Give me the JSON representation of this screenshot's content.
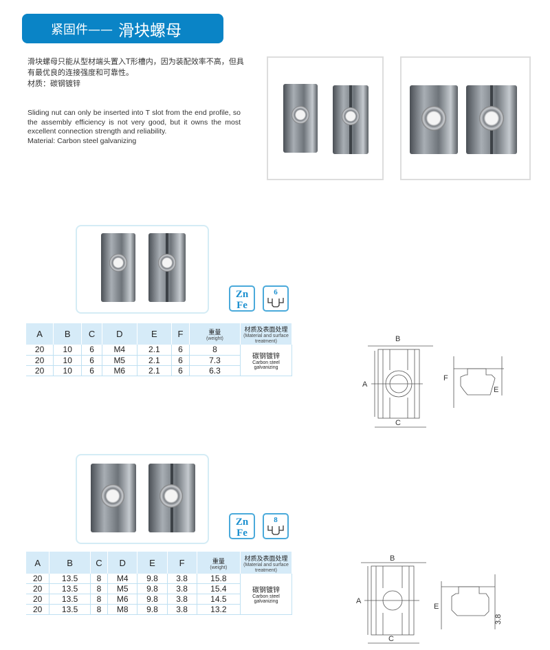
{
  "header": {
    "category": "紧固件——",
    "title": "滑块螺母"
  },
  "intro": {
    "cn_desc": "滑块螺母只能从型材端头置入T形槽内，因为装配效率不高，但具有最优良的连接强度和可靠性。",
    "cn_material": "材质：碳钢镀锌",
    "en_desc": "Sliding nut can only be inserted into T slot from the end profile, so the assembly efficiency is not very good, but it owns the most excellent connection strength and reliability.",
    "en_material": "Material: Carbon steel galvanizing"
  },
  "badges": {
    "zn": "Zn",
    "fe": "Fe"
  },
  "columns": [
    "A",
    "B",
    "C",
    "D",
    "E",
    "F"
  ],
  "weight_cn": "重量",
  "weight_en": "(weight)",
  "material_cn": "材质及表面处理",
  "material_en": "(Material and surface treatment)",
  "material_value_cn": "碳钢镀锌",
  "material_value_en": "Carbon steel galvanizing",
  "products": [
    {
      "slot": "6",
      "rows": [
        [
          "20",
          "10",
          "6",
          "M4",
          "2.1",
          "6",
          "8"
        ],
        [
          "20",
          "10",
          "6",
          "M5",
          "2.1",
          "6",
          "7.3"
        ],
        [
          "20",
          "10",
          "6",
          "M6",
          "2.1",
          "6",
          "6.3"
        ]
      ],
      "drawing": {
        "labels": [
          "B",
          "A",
          "C",
          "F",
          "E"
        ]
      }
    },
    {
      "slot": "8",
      "rows": [
        [
          "20",
          "13.5",
          "8",
          "M4",
          "9.8",
          "3.8",
          "15.8"
        ],
        [
          "20",
          "13.5",
          "8",
          "M5",
          "9.8",
          "3.8",
          "15.4"
        ],
        [
          "20",
          "13.5",
          "8",
          "M6",
          "9.8",
          "3.8",
          "14.5"
        ],
        [
          "20",
          "13.5",
          "8",
          "M8",
          "9.8",
          "3.8",
          "13.2"
        ]
      ],
      "drawing": {
        "labels": [
          "B",
          "A",
          "C",
          "E",
          "3.8"
        ]
      }
    }
  ]
}
